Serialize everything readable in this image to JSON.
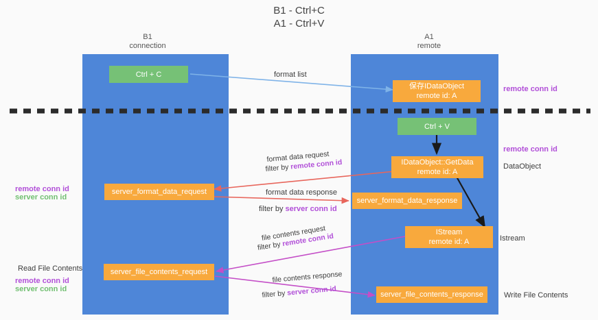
{
  "title": {
    "line1": "B1 - Ctrl+C",
    "line2": "A1 - Ctrl+V"
  },
  "lanes": [
    {
      "id": "b1",
      "name": "B1",
      "sub": "connection",
      "color": "#4e86d8"
    },
    {
      "id": "a1",
      "name": "A1",
      "sub": "remote",
      "color": "#4e86d8"
    }
  ],
  "boxes": {
    "ctrl_c": "Ctrl + C",
    "data_object_remote": {
      "line1": "保存IDataObject",
      "line2": "remote id: A"
    },
    "ctrl_v": "Ctrl + V",
    "getdata": {
      "line1": "IDataObject::GetData",
      "line2": "remote id: A"
    },
    "server_format_data_request": "server_format_data_request",
    "server_format_data_response": "server_format_data_response",
    "istream": {
      "line1": "IStream",
      "line2": "remote id: A"
    },
    "server_file_contents_request": "server_file_contents_request",
    "server_file_contents_response": "server_file_contents_response"
  },
  "arrow_labels": {
    "format_list": "format list",
    "format_data_request": "format data request",
    "format_data_request_filter_prefix": "filter by ",
    "format_data_request_filter_key": "remote conn id",
    "format_data_response": "format data response",
    "format_data_response_filter_prefix": "filter by ",
    "format_data_response_filter_key": "server conn id",
    "file_contents_request": "file contents request",
    "file_contents_request_filter_prefix": "filter by ",
    "file_contents_request_filter_key": "remote conn id",
    "file_contents_response": "file contents response",
    "file_contents_response_filter_prefix": "filter by ",
    "file_contents_response_filter_key": "server conn id"
  },
  "side_labels": {
    "right_remote_conn_top": "remote conn id",
    "right_remote_conn_mid": "remote conn id",
    "right_dataobject": "DataObject",
    "right_istream": "Istream",
    "right_write_file_contents": "Write File Contents",
    "left_remote_conn_mid": "remote conn id",
    "left_server_conn_mid": "server conn id",
    "left_read_file_contents": "Read File Contents",
    "left_remote_conn_bot": "remote conn id",
    "left_server_conn_bot": "server conn id"
  },
  "colors": {
    "lane": "#4e86d8",
    "orange": "#f8a93d",
    "green": "#76c176",
    "remote_key": "#b14fd8",
    "server_key_green": "#71bf71",
    "arrow_blue": "#7fb3e8",
    "arrow_red": "#e8665c",
    "arrow_purple": "#c44ec7",
    "arrow_black": "#1a1a1a",
    "divider": "#2b2b2b"
  }
}
